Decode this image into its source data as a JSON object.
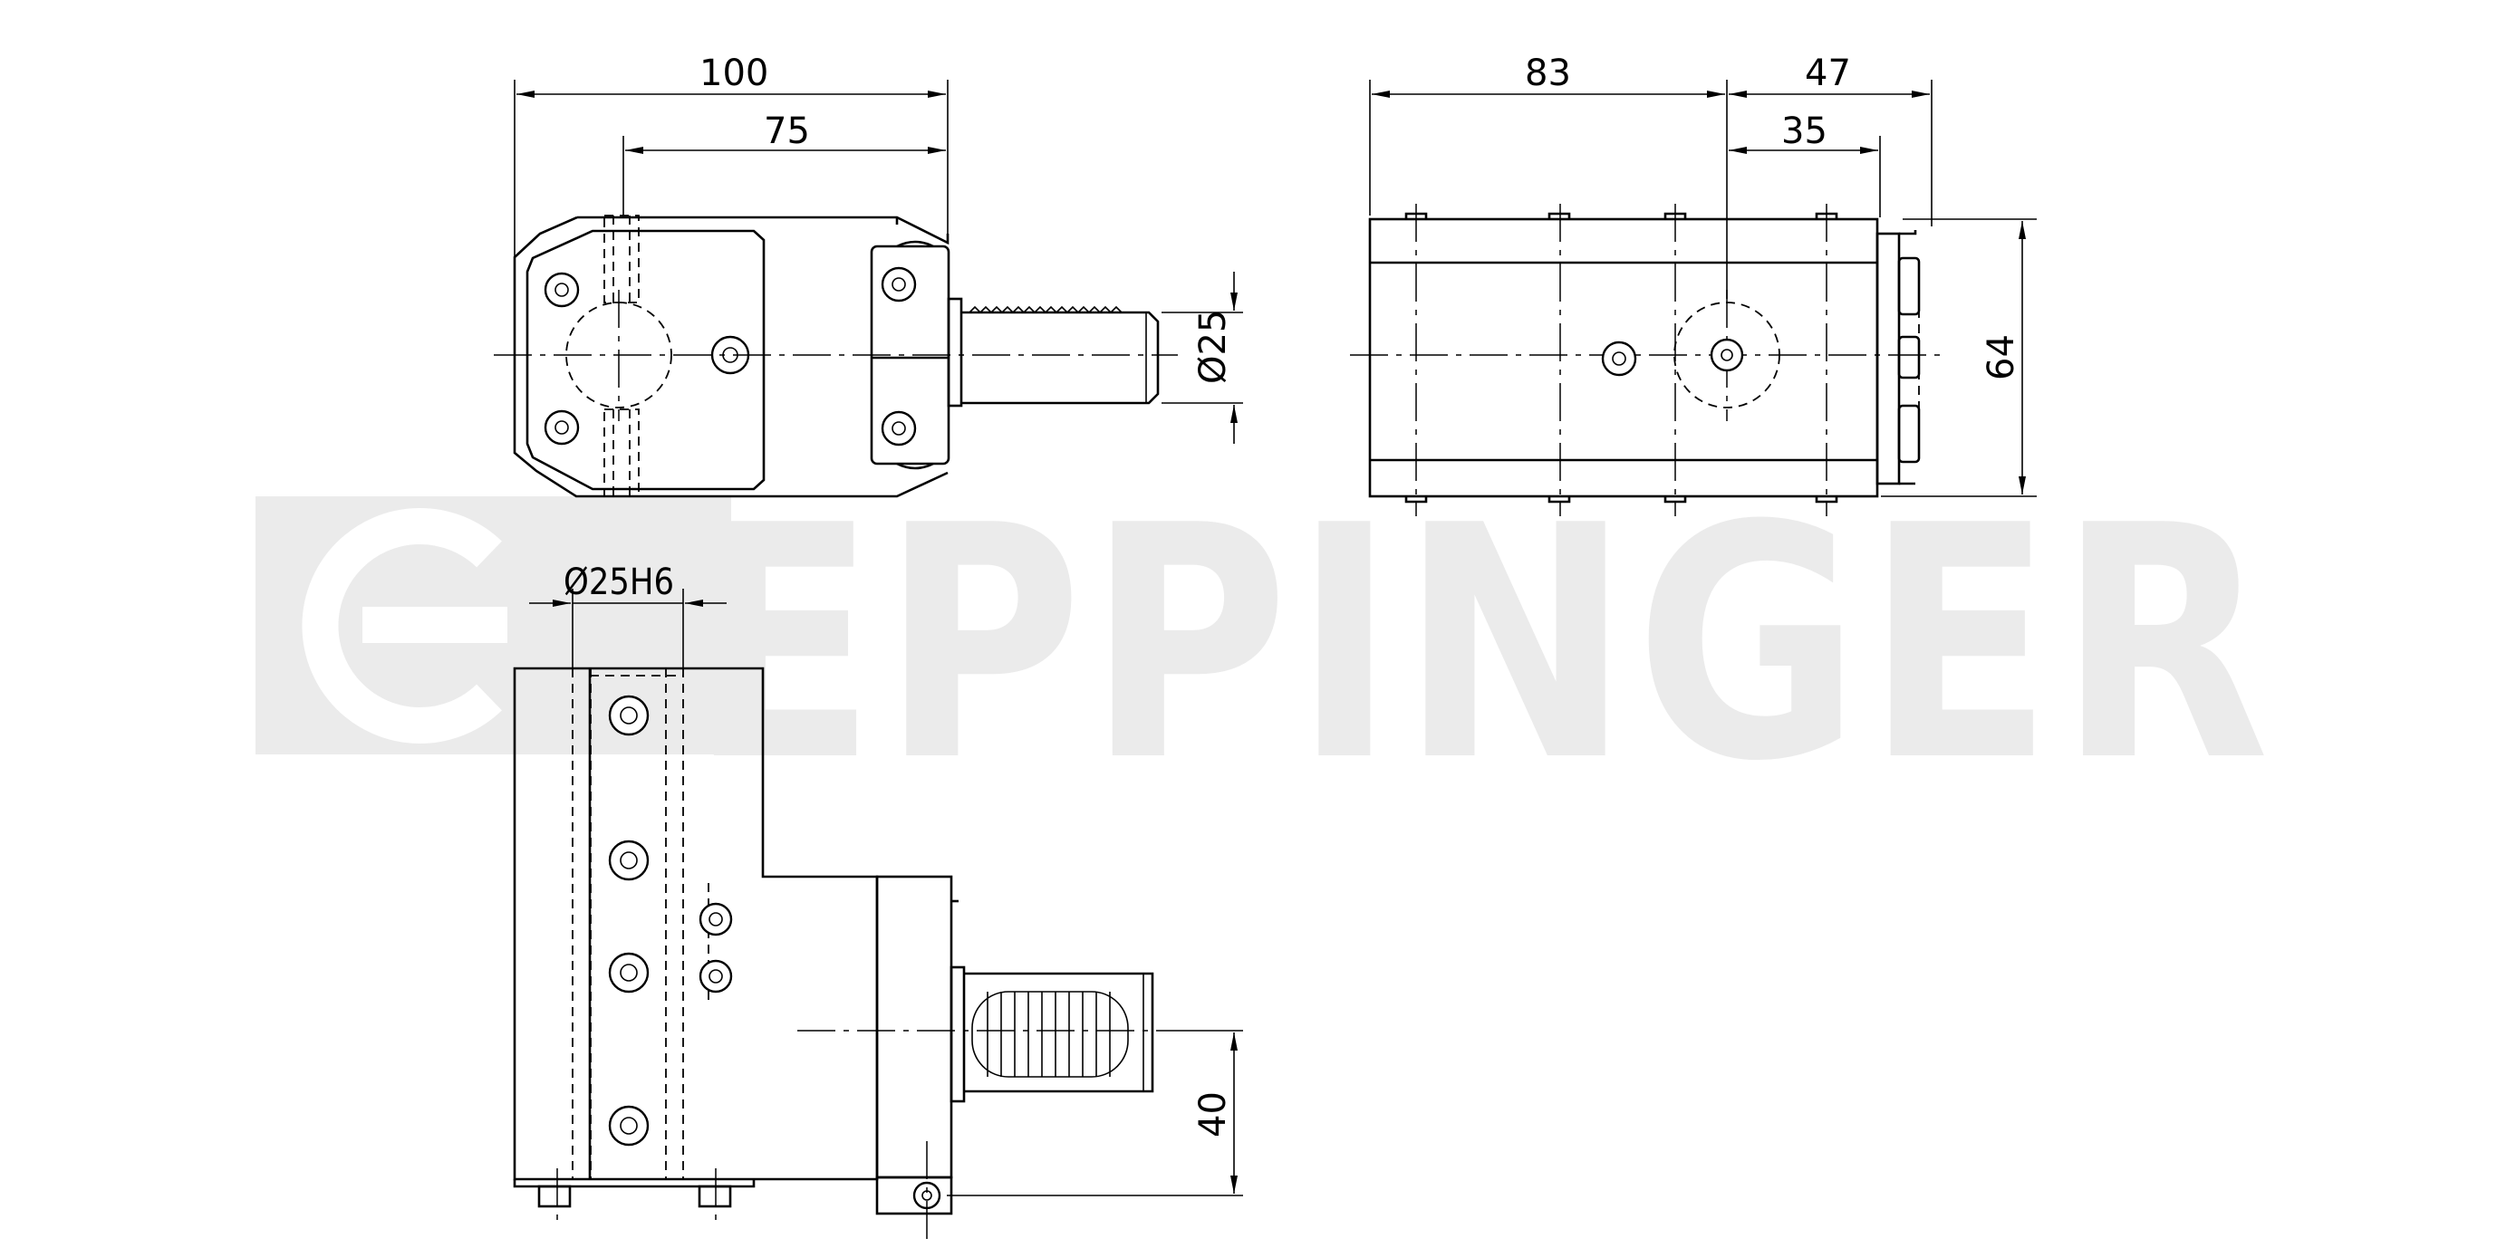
{
  "watermark": {
    "text": "EPPINGER",
    "color": "#ebebeb"
  },
  "dimensions": {
    "top_left": {
      "overall_length": "100",
      "flange_to_shank": "75",
      "shank_diameter": "Ø25"
    },
    "top_right": {
      "body_length": "83",
      "shank_projection": "47",
      "spindle_offset": "35",
      "height": "64"
    },
    "bottom_left": {
      "bore_fit": "Ø25H6",
      "center_height": "40"
    }
  },
  "colors": {
    "line": "#000000",
    "background": "#ffffff"
  }
}
